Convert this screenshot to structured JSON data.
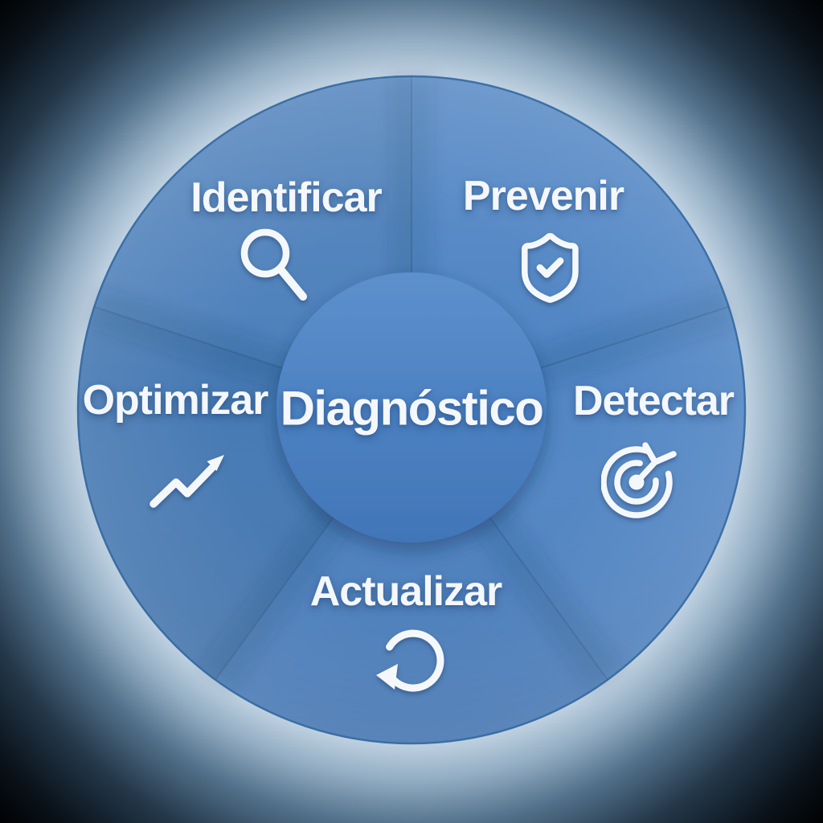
{
  "diagram": {
    "center": {
      "label": "Diagnóstico"
    },
    "segments": [
      {
        "label": "Identificar",
        "icon": "search-icon",
        "position": "top-left"
      },
      {
        "label": "Prevenir",
        "icon": "shield-check-icon",
        "position": "top-right"
      },
      {
        "label": "Detectar",
        "icon": "target-arrow-icon",
        "position": "right"
      },
      {
        "label": "Actualizar",
        "icon": "refresh-icon",
        "position": "bottom"
      },
      {
        "label": "Optimizar",
        "icon": "trending-up-icon",
        "position": "left"
      }
    ],
    "colors": {
      "background": "#000000",
      "glow": "#bdd0e0",
      "segment_identificar": "#4c7fba",
      "segment_prevenir": "#4f84c3",
      "segment_detectar": "#5286c4",
      "segment_actualizar": "#4e82c0",
      "segment_optimizar": "#4679b3",
      "center_top": "#5d90cd",
      "center_bottom": "#4176b8",
      "icon_and_text": "#f4f7fb"
    }
  }
}
